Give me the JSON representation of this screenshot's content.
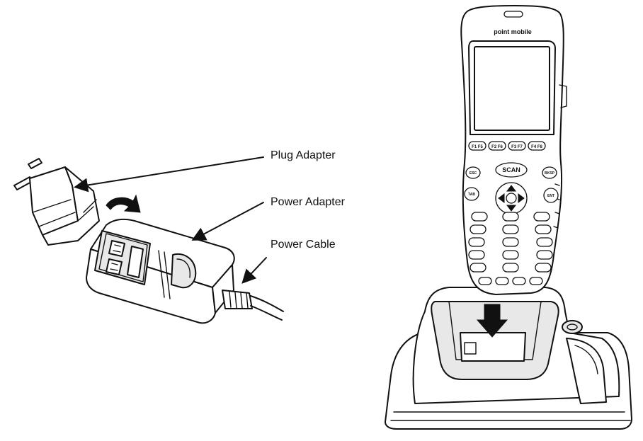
{
  "labels": {
    "plug_adapter": "Plug Adapter",
    "power_adapter": "Power Adapter",
    "power_cable": "Power Cable"
  },
  "device": {
    "brand": "point mobile",
    "scan_key": "SCAN",
    "side_keys_left": [
      "ESC",
      "TAB"
    ],
    "side_keys_right": [
      "BKSP",
      "ENT"
    ],
    "function_keys": [
      "F1 F5",
      "F2 F6",
      "F3 F7",
      "F4 F8"
    ]
  }
}
